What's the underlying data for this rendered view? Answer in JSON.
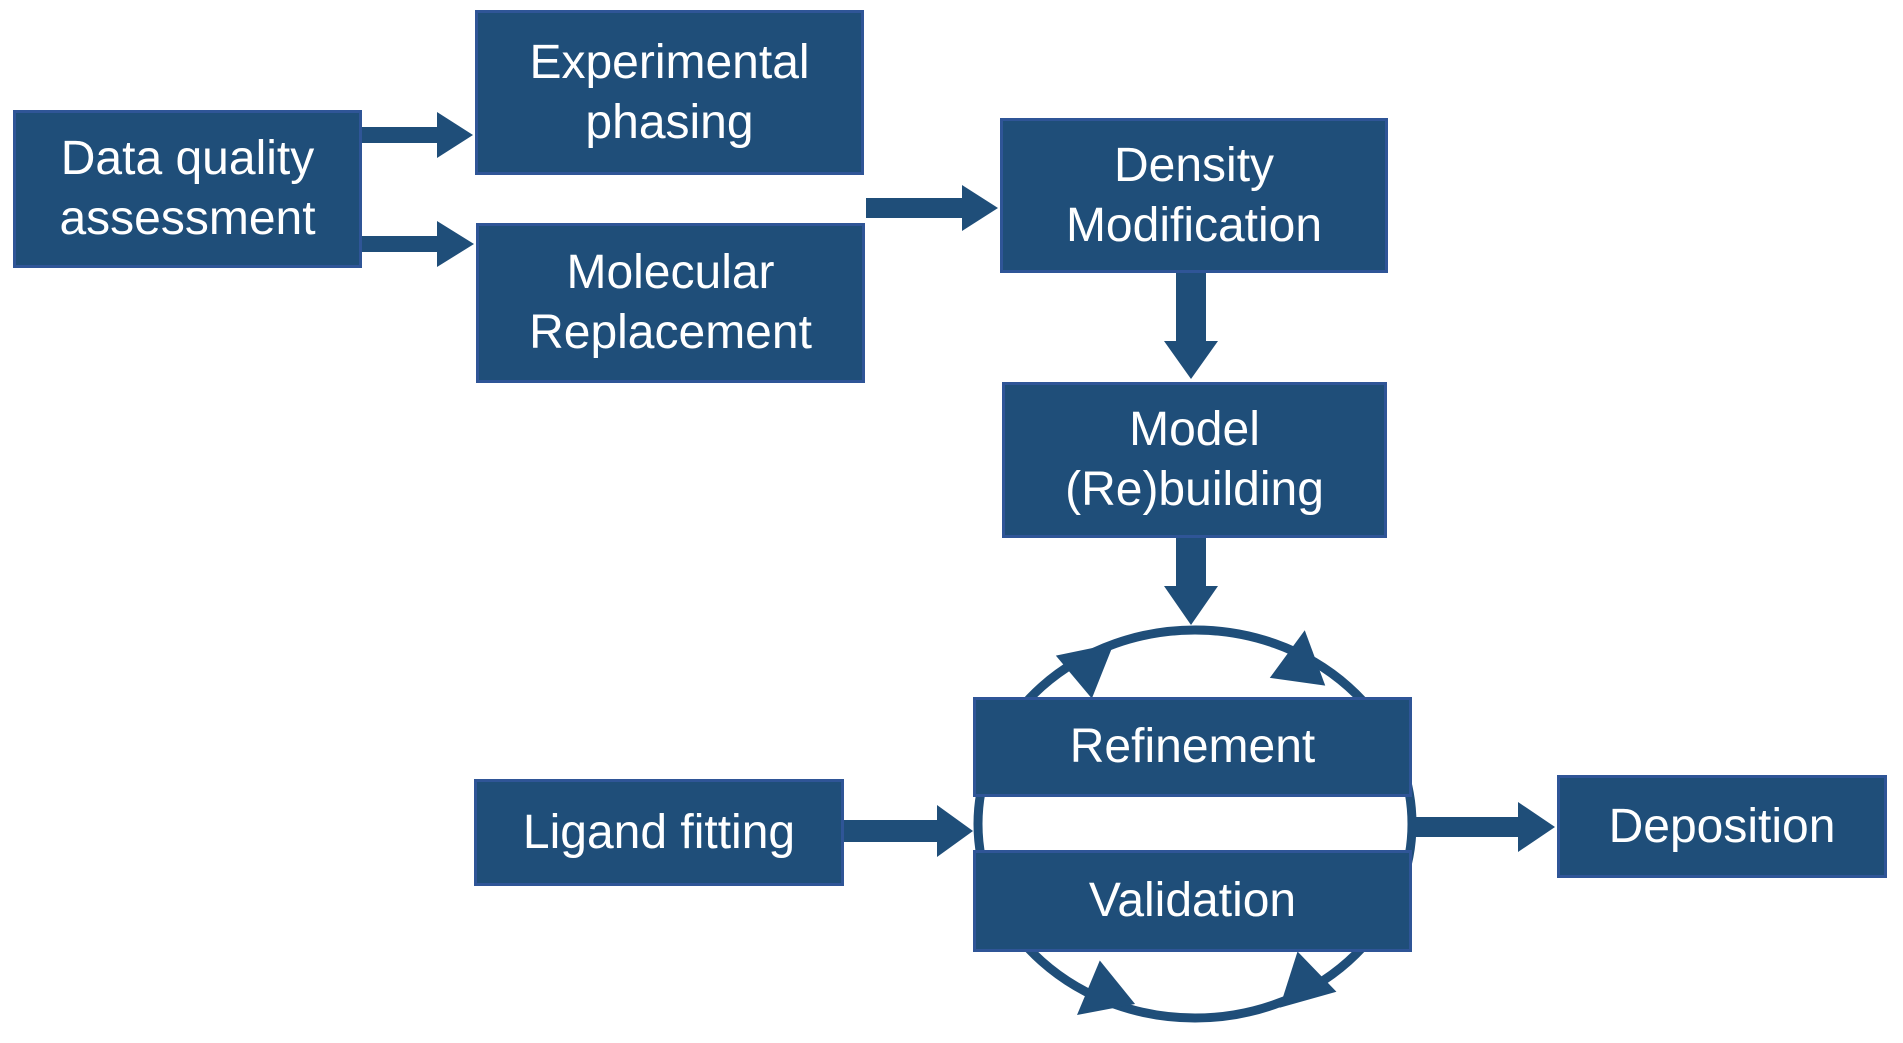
{
  "palette": {
    "page_bg": "#ffffff",
    "box_fill": "#1f4e79",
    "box_border": "#2f5597",
    "arrow_color": "#1f4e79",
    "text_color": "#ffffff"
  },
  "boxes": {
    "data_quality": {
      "label": "Data quality\nassessment"
    },
    "experimental_phasing": {
      "label": "Experimental\nphasing"
    },
    "molecular_replacement": {
      "label": "Molecular\nReplacement"
    },
    "density_modification": {
      "label": "Density\nModification"
    },
    "model_rebuilding": {
      "label": "Model\n(Re)building"
    },
    "refinement": {
      "label": "Refinement"
    },
    "validation": {
      "label": "Validation"
    },
    "ligand_fitting": {
      "label": "Ligand fitting"
    },
    "deposition": {
      "label": "Deposition"
    }
  },
  "connections": [
    {
      "from": "Data quality assessment",
      "to": "Experimental phasing"
    },
    {
      "from": "Data quality assessment",
      "to": "Molecular Replacement"
    },
    {
      "from": "Experimental phasing / Molecular Replacement",
      "to": "Density Modification"
    },
    {
      "from": "Density Modification",
      "to": "Model (Re)building"
    },
    {
      "from": "Model (Re)building",
      "to": "Refinement-Validation cycle"
    },
    {
      "from": "Ligand fitting",
      "to": "Refinement-Validation cycle"
    },
    {
      "from": "Refinement-Validation cycle",
      "to": "Deposition"
    },
    {
      "from": "Refinement",
      "to": "Validation",
      "type": "cycle"
    }
  ]
}
